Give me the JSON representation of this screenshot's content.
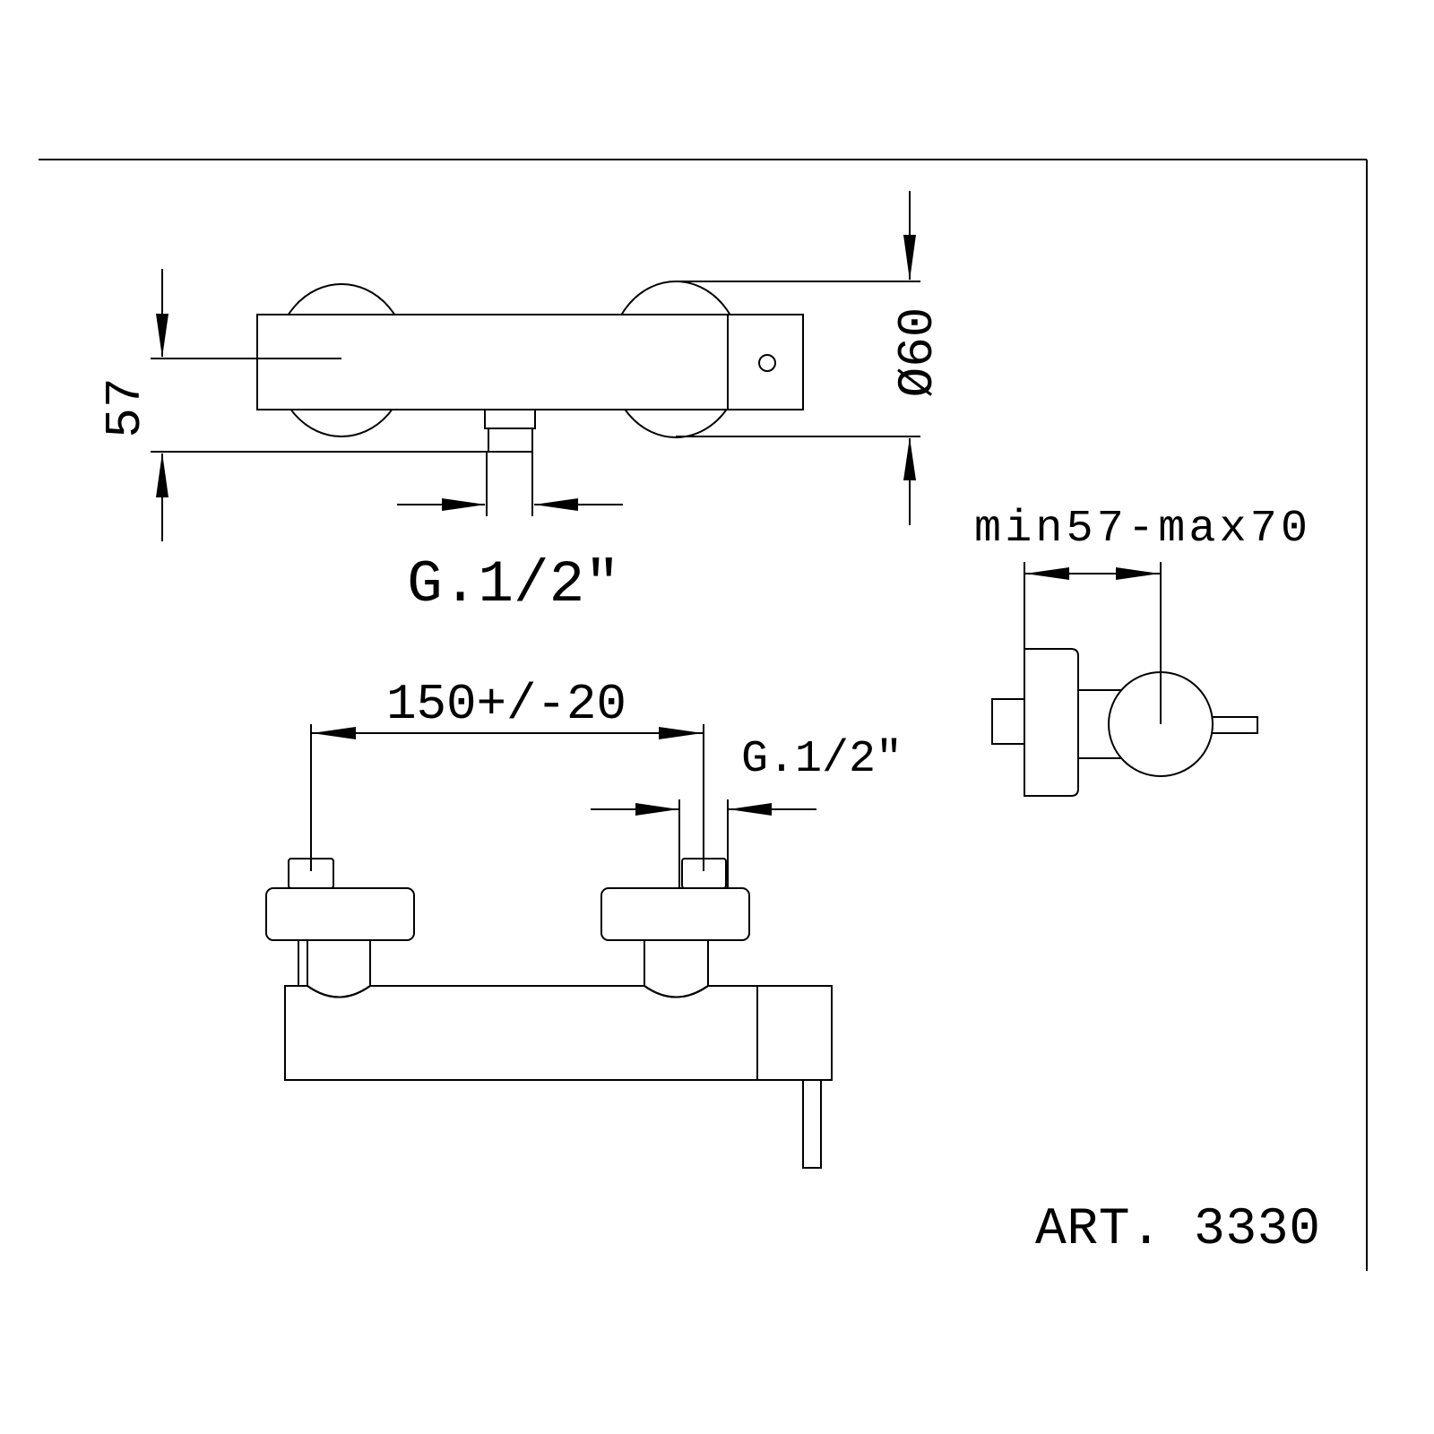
{
  "drawing": {
    "article": "ART. 3330",
    "top_view": {
      "height_dim": "57",
      "diameter_dim": "Ø60",
      "outlet_thread": "G.1/2\""
    },
    "front_view": {
      "spacing_dim": "150+/-20",
      "inlet_thread": "G.1/2\""
    },
    "side_view": {
      "depth_dim": "min57-max70"
    },
    "line_color": "#000000",
    "background": "#ffffff"
  }
}
